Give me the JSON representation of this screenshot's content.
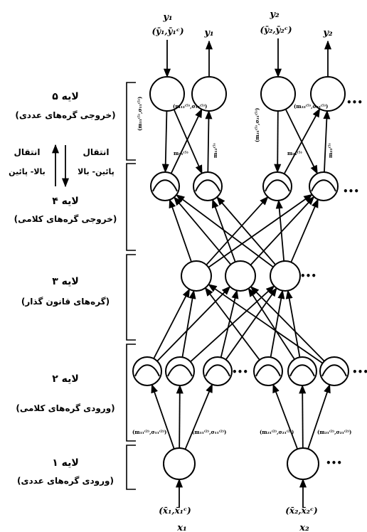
{
  "layers": {
    "layer5": {
      "title": "لایه ۵",
      "subtitle": "(خروجی گره‌های عددی)"
    },
    "layer4": {
      "title": "لایه ۴",
      "subtitle": "(خروجی گره‌های کلامی)"
    },
    "layer3": {
      "title": "لایه ۳",
      "subtitle": "(گره‌های قانون گذار)"
    },
    "layer2": {
      "title": "لایه ۲",
      "subtitle": "(ورودی گره‌های کلامی)"
    },
    "layer1": {
      "title": "لایه ۱",
      "subtitle": "(ورودی گره‌های عددی)"
    }
  },
  "transfer": {
    "left": {
      "title": "انتقال",
      "subtitle": "بالا- پائین"
    },
    "right": {
      "title": "انتقال",
      "subtitle": "پائین- بالا"
    }
  },
  "outputs": {
    "y1": "y₁",
    "y1_target": "(ȳ₁,ȳ₁ᶜ)",
    "y1_out": "y₁",
    "y2": "y₂",
    "y2_target": "(ȳ₂,ȳ₂ᶜ)",
    "y2_out": "y₂"
  },
  "inputs": {
    "x1_pair": "(x̄₁,x̄₁ᶜ)",
    "x1": "x₁",
    "x2_pair": "(x̄₂,x̄₂ᶜ)",
    "x2": "x₂"
  },
  "ellipsis": "•••",
  "params": {
    "l5_a": "(m₁₁⁽⁵⁾,σ₁₁⁽⁵⁾)",
    "l5_b": "(m₁₂⁽⁵⁾,σ₁₂⁽⁵⁾)",
    "l5_c": "(m₂₁⁽⁵⁾,σ₂₁⁽⁵⁾)",
    "l5_d": "(m₂₂⁽⁵⁾,σ₂₂⁽⁵⁾)",
    "l4_a": "m₁₁⁽⁵⁾",
    "l4_b": "m₁₂⁽⁵⁾",
    "l4_c": "m₂₁⁽⁵⁾",
    "l4_d": "m₂₂⁽⁵⁾",
    "l2_a": "(m₁₁⁽²⁾,σ₁₁⁽²⁾)",
    "l2_b": "(m₁₁⁽²⁾,σ₁₁⁽²⁾)",
    "l2_c": "(m₂₁⁽²⁾,σ₂₁⁽²⁾)",
    "l2_d": "(m₂₁⁽²⁾,σ₂₁⁽²⁾)"
  }
}
